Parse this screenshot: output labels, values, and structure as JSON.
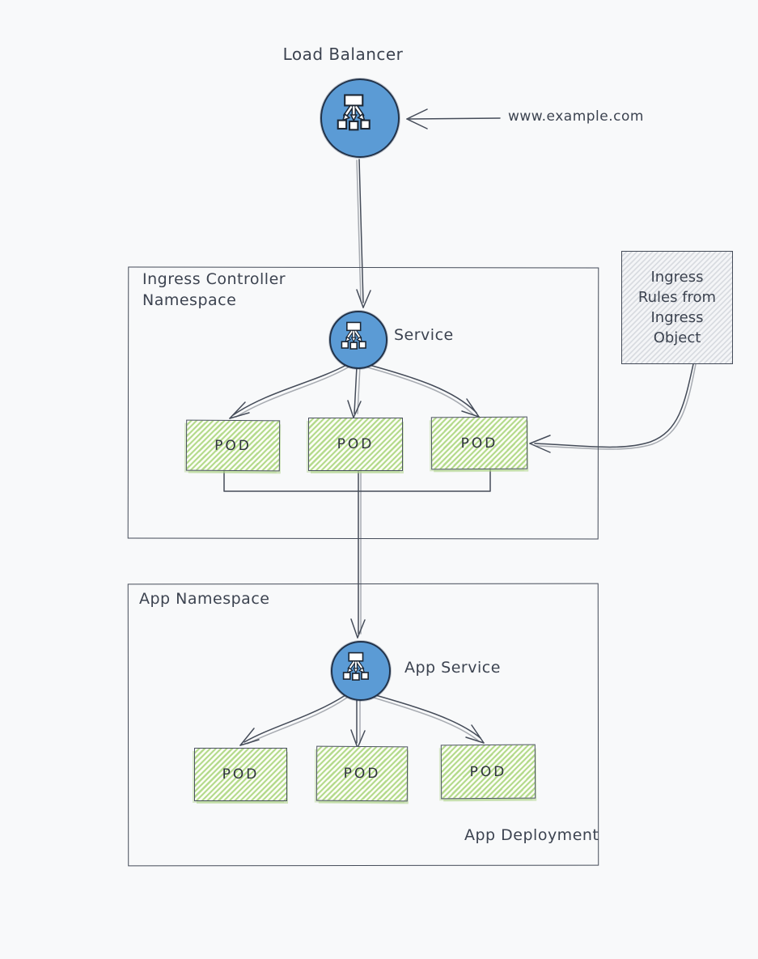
{
  "diagram": {
    "title": "Load Balancer",
    "external_url": "www.example.com",
    "ingress_namespace": {
      "label_line1": "Ingress Controller",
      "label_line2": "Namespace",
      "service_label": "Service",
      "pods": [
        "POD",
        "POD",
        "POD"
      ]
    },
    "ingress_rules_note": {
      "line1": "Ingress",
      "line2": "Rules from",
      "line3": "Ingress",
      "line4": "Object"
    },
    "app_namespace": {
      "label": "App Namespace",
      "service_label": "App Service",
      "pods": [
        "POD",
        "POD",
        "POD"
      ],
      "deployment_label": "App Deployment"
    },
    "icons": {
      "load_balancer": "load-balancer-icon",
      "ingress_service": "service-icon",
      "app_service": "service-icon"
    },
    "colors": {
      "background": "#f8f9fa",
      "stroke": "#454c59",
      "text": "#3c4350",
      "service_fill": "#5b9bd5",
      "pod_hatch": "#b5db8d",
      "note_hatch": "#d9dce1"
    }
  }
}
